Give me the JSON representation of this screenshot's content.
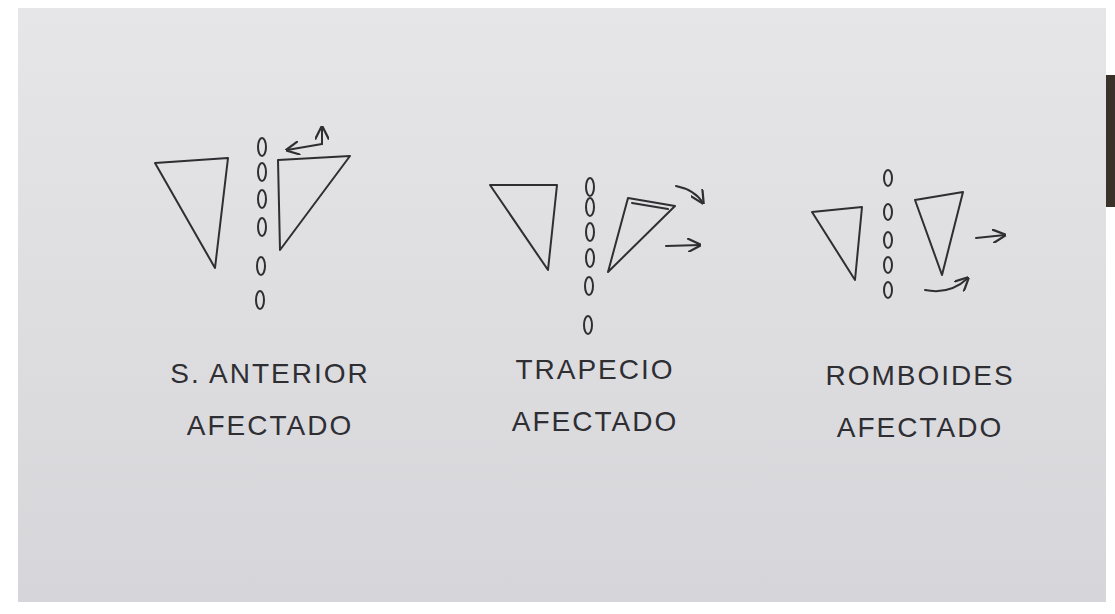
{
  "diagram": {
    "labels": [
      "S. ANTERIOR AFECTADO",
      "TRAPECIO AFECTADO",
      "ROMBOIDES AFECTADO"
    ]
  }
}
